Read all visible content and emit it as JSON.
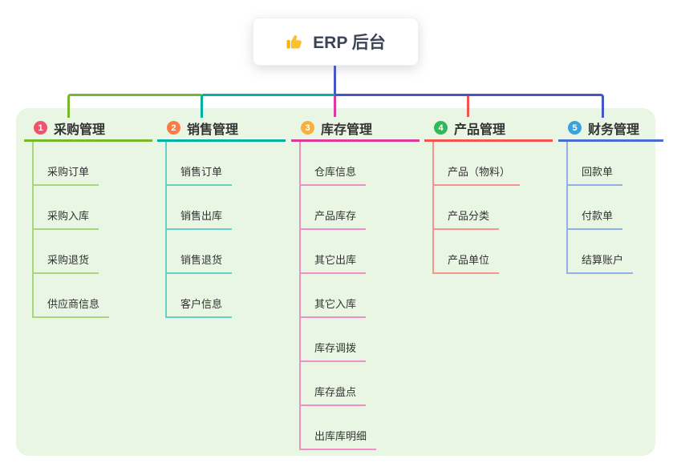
{
  "root": {
    "title": "ERP 后台",
    "icon": "thumbs-up-icon"
  },
  "colors": {
    "canvas": "#ffffff",
    "background_panel": "#e8f6e3",
    "root_connector": "#4656c9",
    "text": "#333333",
    "root_text": "#3b4456",
    "thumb_icon": "#fbc02d"
  },
  "branches": [
    {
      "badge": "1",
      "label": "采购管理",
      "badge_color": "#f0536b",
      "line": "#77b72e",
      "child_line": "#a9d57e",
      "children": [
        "采购订单",
        "采购入库",
        "采购退货",
        "供应商信息"
      ]
    },
    {
      "badge": "2",
      "label": "销售管理",
      "badge_color": "#f87d45",
      "line": "#00b2a4",
      "child_line": "#66cfc4",
      "children": [
        "销售订单",
        "销售出库",
        "销售退货",
        "客户信息"
      ]
    },
    {
      "badge": "3",
      "label": "库存管理",
      "badge_color": "#f7b03c",
      "line": "#dd3a9e",
      "child_line": "#ef8fc8",
      "children": [
        "仓库信息",
        "产品库存",
        "其它出库",
        "其它入库",
        "库存调拨",
        "库存盘点",
        "出库库明细"
      ]
    },
    {
      "badge": "4",
      "label": "产品管理",
      "badge_color": "#2fba58",
      "line": "#f5534d",
      "child_line": "#f8938e",
      "children": [
        "产品（物料）",
        "产品分类",
        "产品单位"
      ]
    },
    {
      "badge": "5",
      "label": "财务管理",
      "badge_color": "#38a3dd",
      "line": "#4a6bd4",
      "child_line": "#94afe8",
      "children": [
        "回款单",
        "付款单",
        "结算账户"
      ]
    }
  ]
}
